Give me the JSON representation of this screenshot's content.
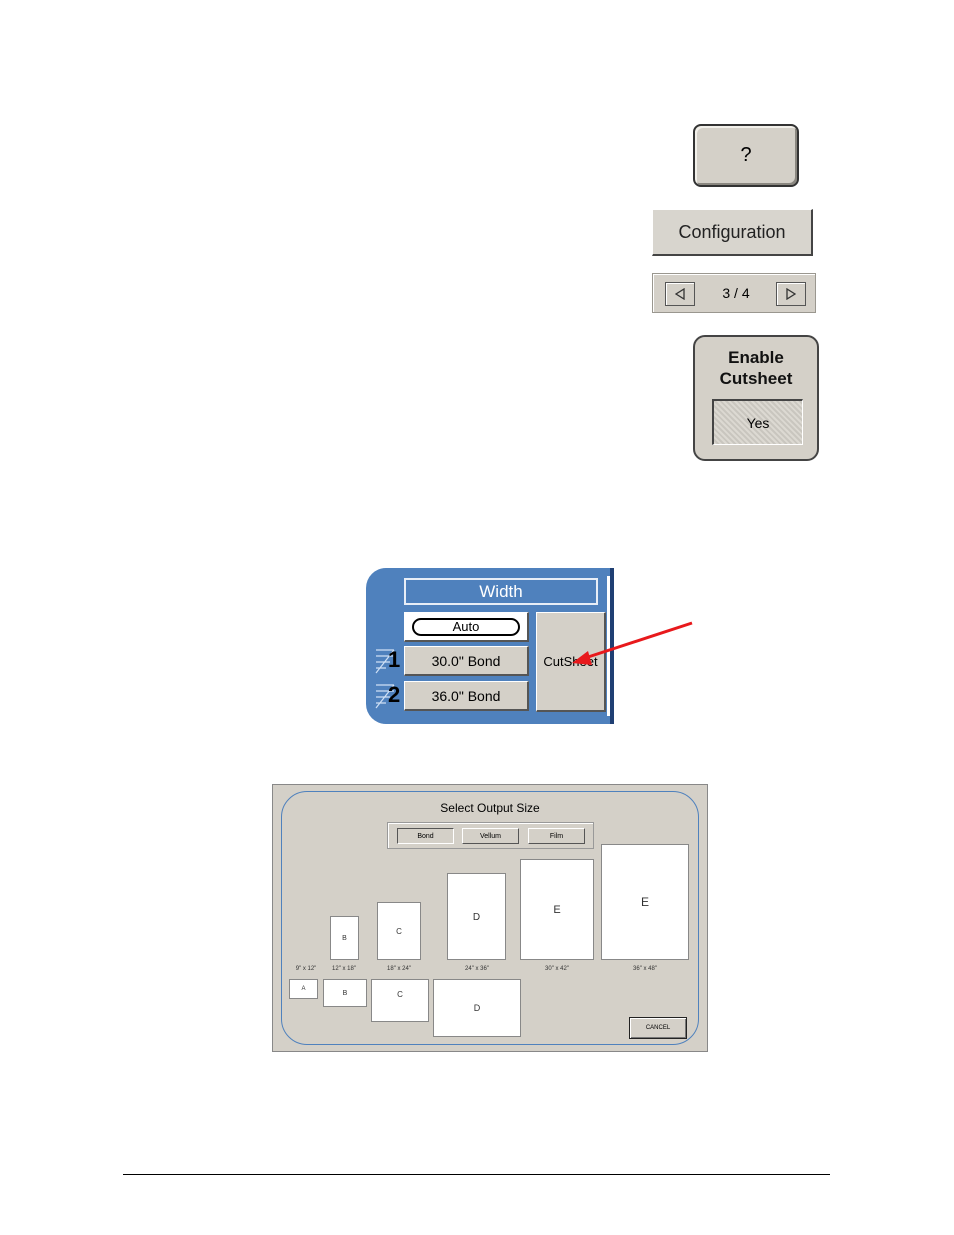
{
  "help_button": {
    "label": "?"
  },
  "config_button": {
    "label": "Configuration"
  },
  "pager": {
    "label": "3 / 4",
    "prev_icon": "triangle-left-icon",
    "next_icon": "triangle-right-icon"
  },
  "cutsheet": {
    "title_line1": "Enable",
    "title_line2": "Cutsheet",
    "value": "Yes"
  },
  "width_panel": {
    "title": "Width",
    "auto_label": "Auto",
    "trays": [
      {
        "number": "1",
        "label": "30.0\" Bond"
      },
      {
        "number": "2",
        "label": "36.0\" Bond"
      }
    ],
    "cutsheet_label": "CutSheet",
    "colors": {
      "panel": "#4f81bd",
      "arrow": "#e8191c"
    }
  },
  "output_dialog": {
    "title": "Select Output Size",
    "media": [
      "Bond",
      "Vellum",
      "Film"
    ],
    "selected_media": "Bond",
    "portrait_sheets": [
      {
        "label": "B",
        "caption": "12\" x 18\""
      },
      {
        "label": "C",
        "caption": "18\" x 24\""
      },
      {
        "label": "D",
        "caption": "24\" x 36\""
      },
      {
        "label": "E",
        "caption": "30\" x 42\""
      },
      {
        "label": "E",
        "caption": "36\" x 48\""
      }
    ],
    "small_caption": "9\" x 12\"",
    "landscape_sheets": [
      "A",
      "B",
      "C",
      "D"
    ],
    "cancel_label": "CANCEL"
  }
}
